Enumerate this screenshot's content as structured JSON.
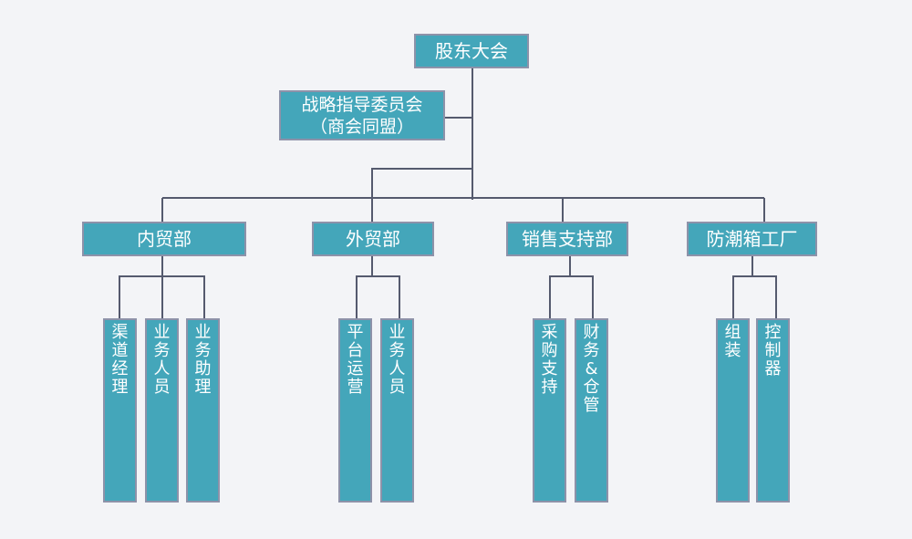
{
  "org_chart": {
    "root": {
      "label": "股东大会"
    },
    "advisory": {
      "line1": "战略指导委员会",
      "line2": "（商会同盟）"
    },
    "departments": [
      {
        "label": "内贸部",
        "roles": [
          "渠道经理",
          "业务人员",
          "业务助理"
        ]
      },
      {
        "label": "外贸部",
        "roles": [
          "平台运营",
          "业务人员"
        ]
      },
      {
        "label": "销售支持部",
        "roles": [
          "采购支持",
          "财务&仓管"
        ]
      },
      {
        "label": "防潮箱工厂",
        "roles": [
          "组装",
          "控制器"
        ]
      }
    ]
  },
  "colors": {
    "box_fill": "#44a6ba",
    "box_border": "#8d92a9",
    "line": "#555a6e",
    "background": "#f3f4f7",
    "text": "#ffffff"
  }
}
